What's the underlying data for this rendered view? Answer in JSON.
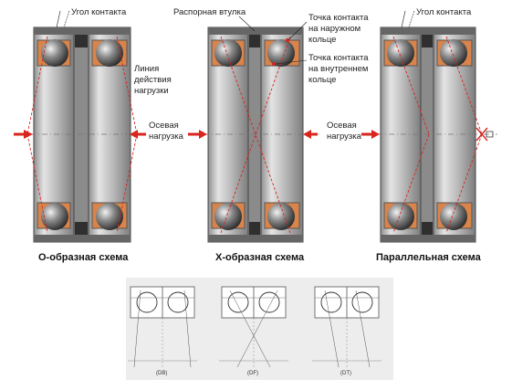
{
  "diagrams": [
    {
      "caption": "О-образная схема",
      "labels": {
        "contact_angle": "Угол контакта",
        "load_line_1": "Линия",
        "load_line_2": "действия",
        "load_line_3": "нагрузки",
        "axial_1": "Осевая",
        "axial_2": "нагрузка"
      }
    },
    {
      "caption": "Х-образная схема",
      "labels": {
        "spacer": "Распорная втулка",
        "outer_1": "Точка контакта",
        "outer_2": "на наружном",
        "outer_3": "кольце",
        "inner_1": "Точка контакта",
        "inner_2": "на внутреннем",
        "inner_3": "кольце",
        "axial_1": "Осевая",
        "axial_2": "нагрузка"
      }
    },
    {
      "caption": "Параллельная схема",
      "labels": {
        "contact_angle": "Угол контакта"
      }
    }
  ],
  "small_diagrams": [
    {
      "label": "(DB)"
    },
    {
      "label": "(DF)"
    },
    {
      "label": "(DT)"
    }
  ],
  "colors": {
    "ring_gray": "#9a9a9a",
    "spacer_dark": "#333333",
    "cage_orange": "#d9844a",
    "arrow_red": "#d9251d",
    "contact_line_red": "#d9251d"
  }
}
